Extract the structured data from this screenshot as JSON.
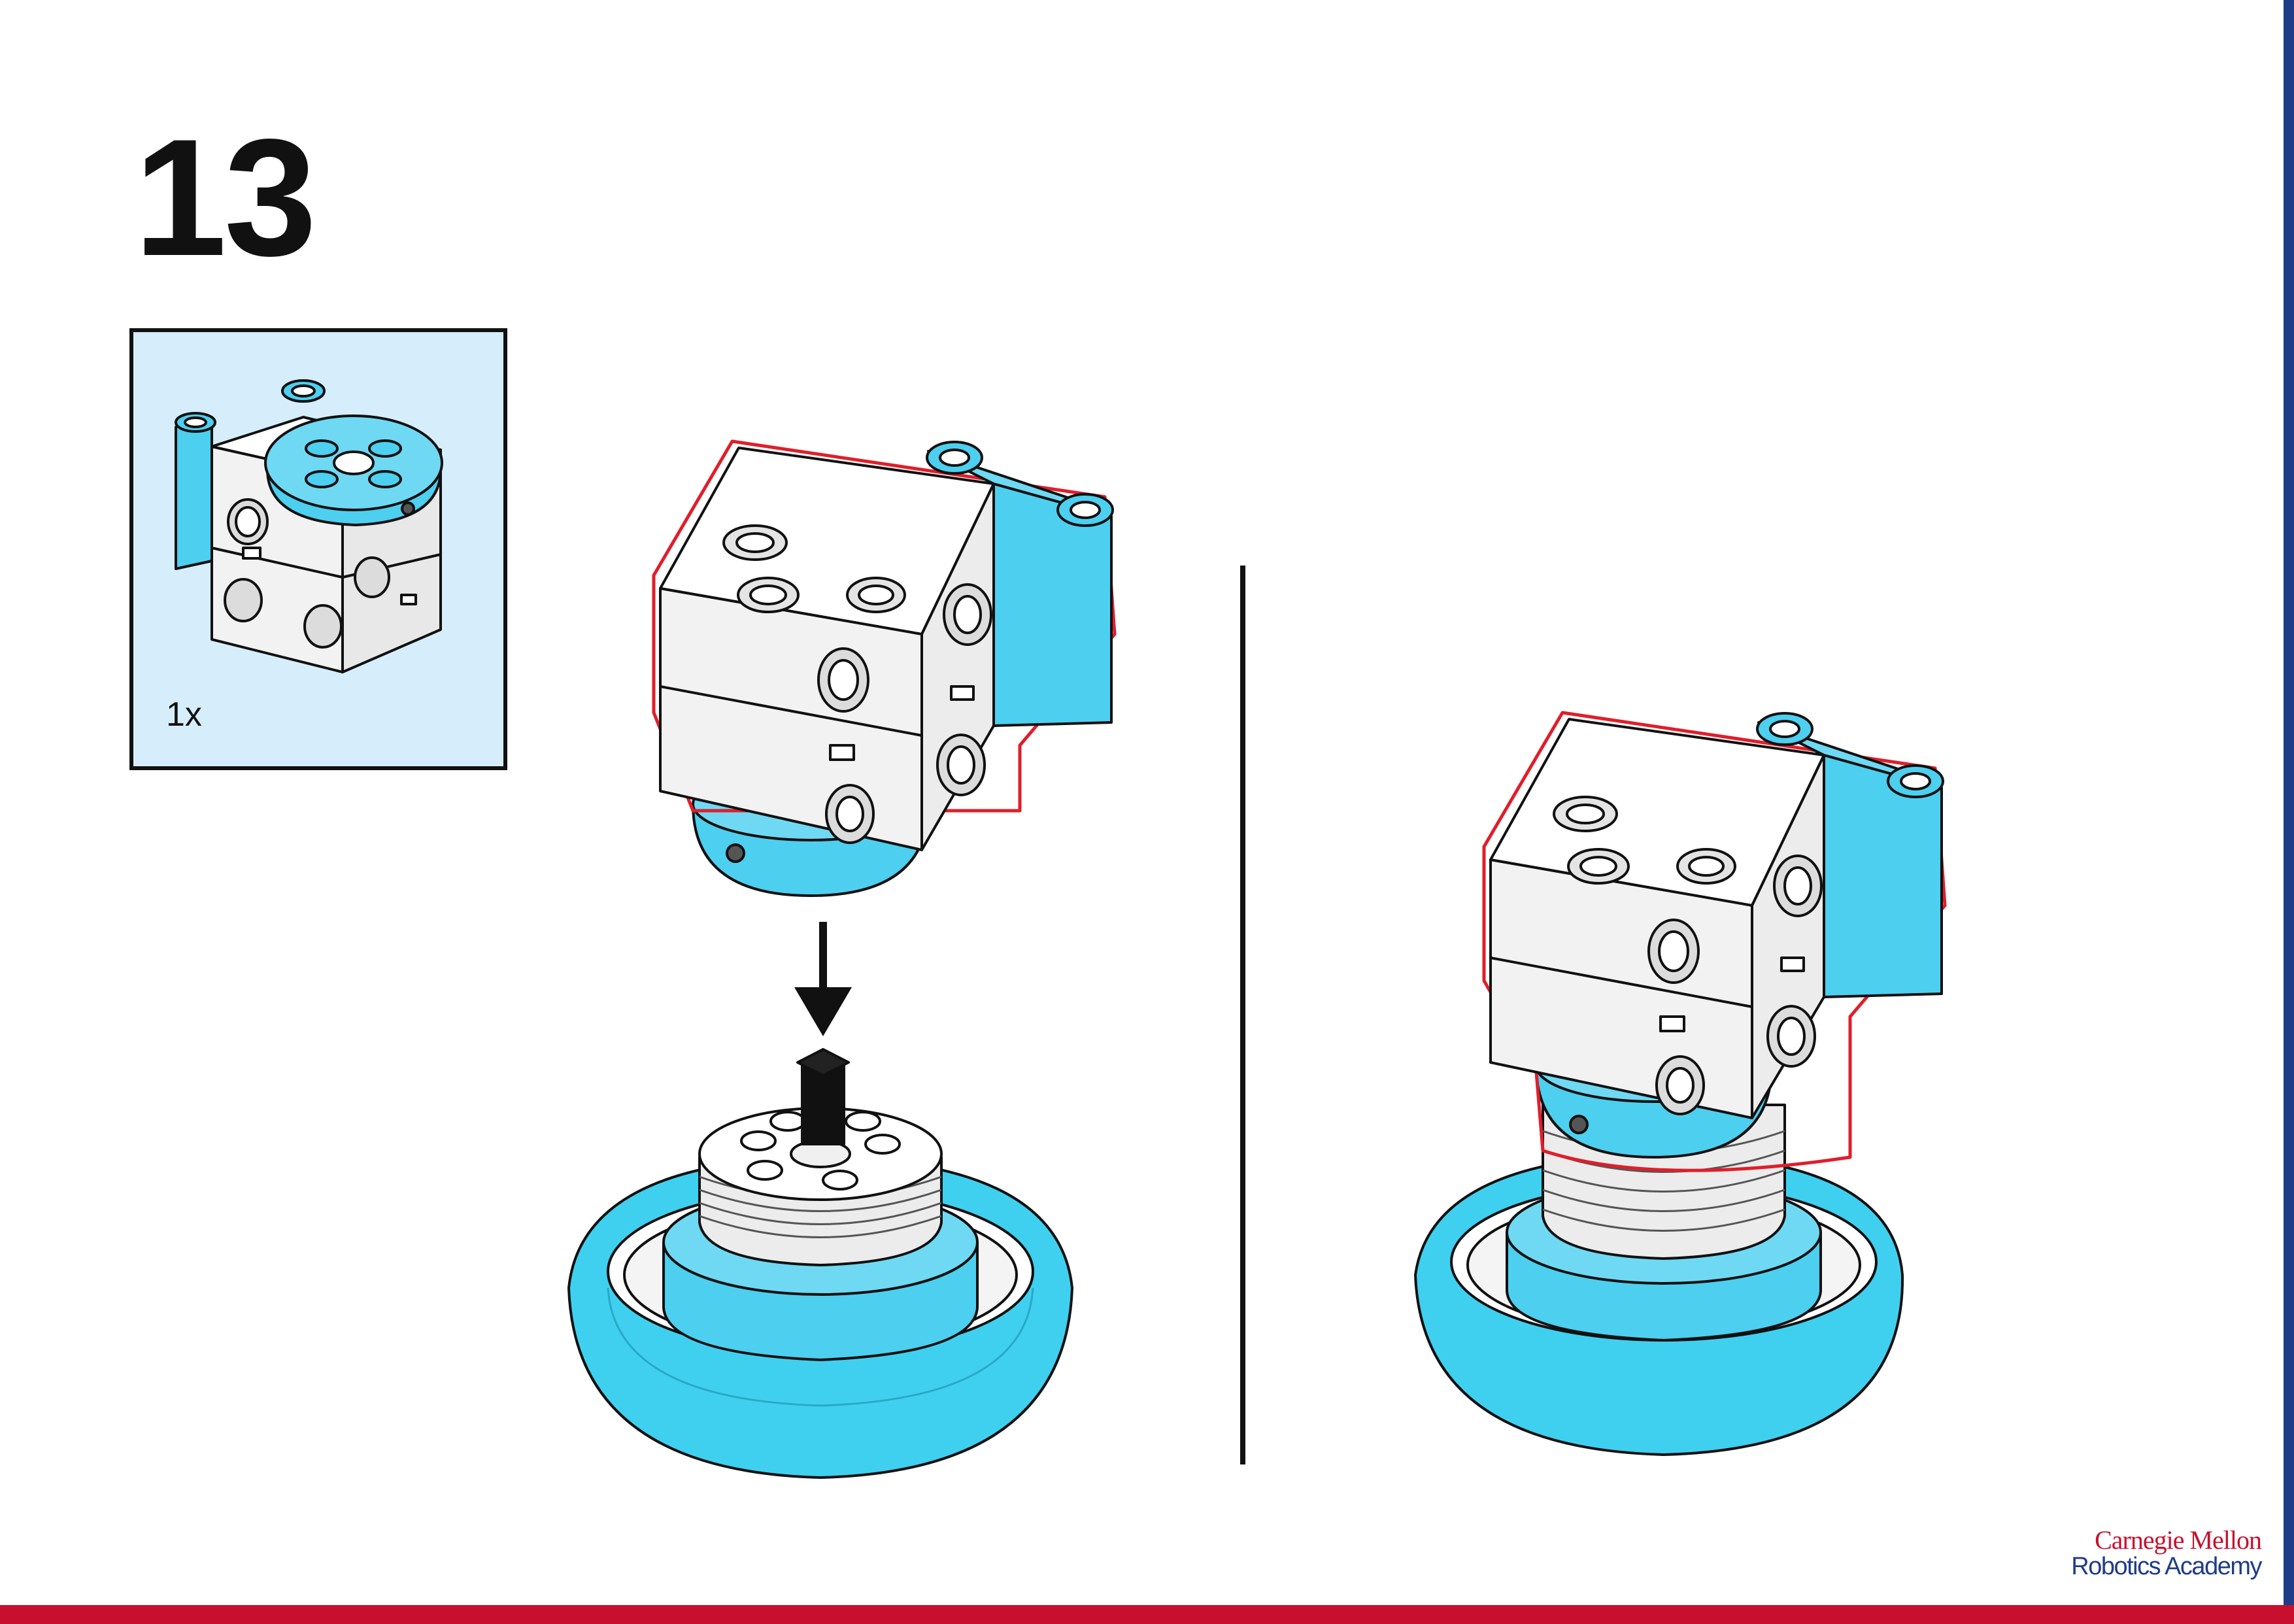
{
  "step": {
    "number": "13"
  },
  "parts_callout": {
    "quantity": "1x",
    "part_icon": "motor-icon"
  },
  "illustrations": {
    "before": {
      "motor_icon": "motor-icon",
      "arrow_icon": "down-arrow-icon",
      "wheel_icon": "wheel-icon"
    },
    "after": {
      "motor_icon": "motor-icon",
      "wheel_icon": "wheel-icon"
    }
  },
  "logo": {
    "line1": "Carnegie Mellon",
    "line2": "Robotics Academy"
  },
  "colors": {
    "accent_cyan": "#4dcff0",
    "callout_background": "#d6eefb",
    "highlight_outline": "#e01e2a",
    "brand_red": "#c8102e",
    "brand_blue": "#1f3c88"
  }
}
